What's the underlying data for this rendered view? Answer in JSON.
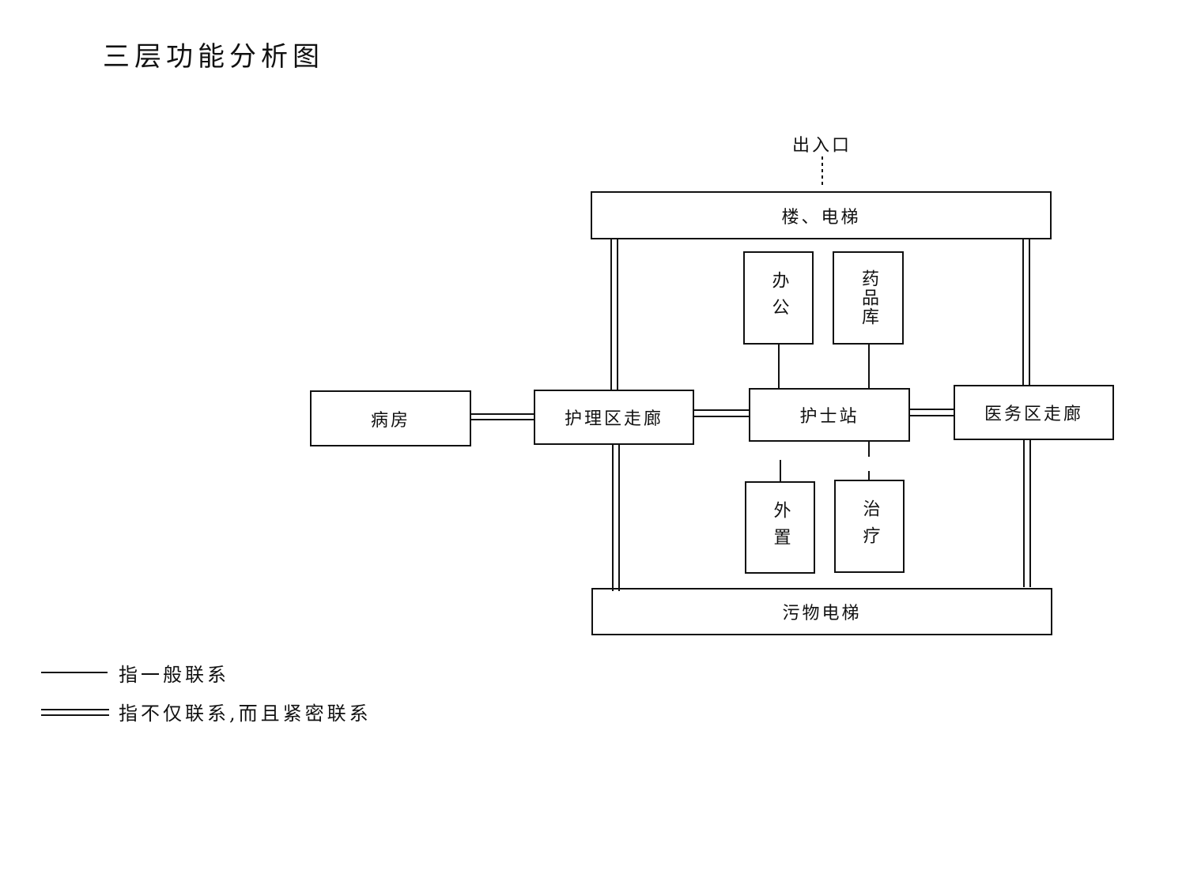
{
  "title": "三层功能分析图",
  "entrance": "出入口",
  "nodes": {
    "stairs_elevator": "楼、电梯",
    "office": "办公",
    "pharmacy": "药品库",
    "ward": "病房",
    "nursing_corridor": "护理区走廊",
    "nurse_station": "护士站",
    "medical_corridor": "医务区走廊",
    "disposal": "外置",
    "treatment": "治疗",
    "dirty_elevator": "污物电梯"
  },
  "legend": {
    "single": "指一般联系",
    "double": "指不仅联系,而且紧密联系"
  }
}
